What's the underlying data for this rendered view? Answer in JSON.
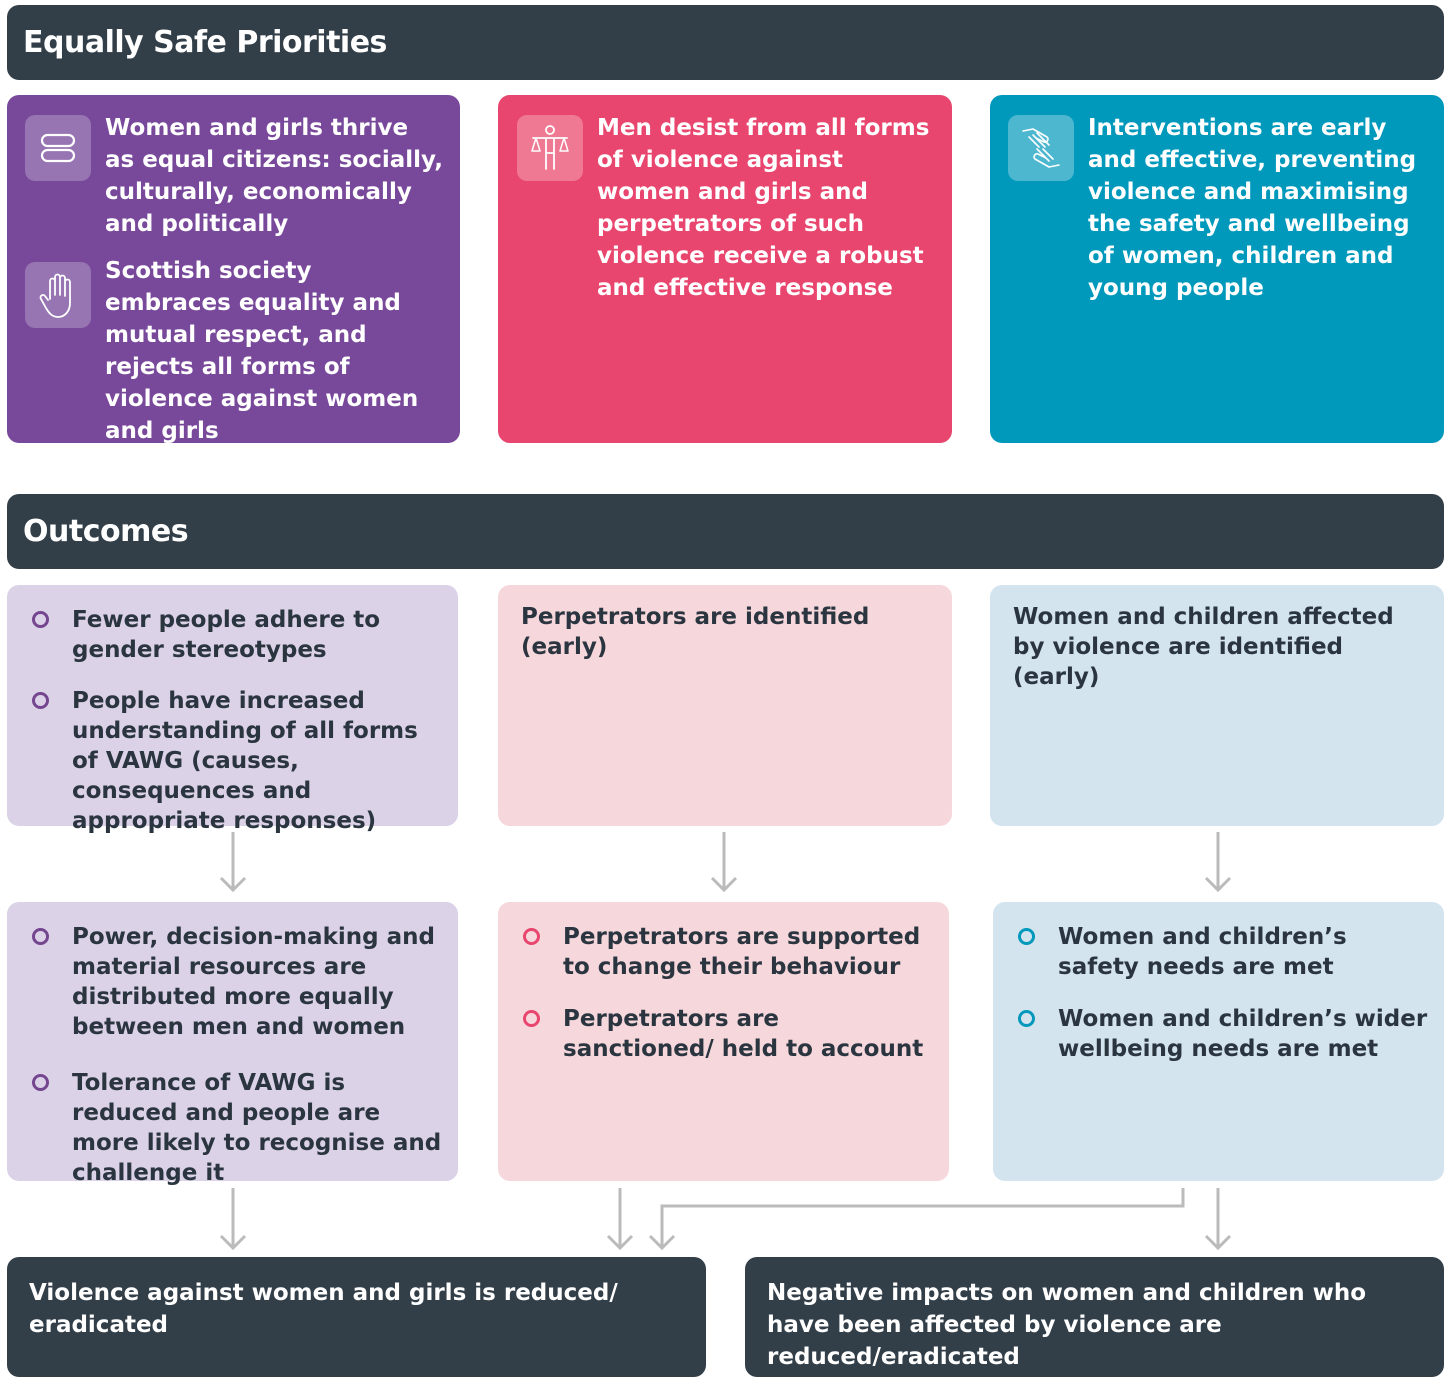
{
  "priorities": {
    "title": "Equally Safe Priorities",
    "items": [
      {
        "text": "Women and girls thrive as equal citizens: socially, culturally, economically and politically",
        "icon": "equals-icon"
      },
      {
        "text": "Scottish society embraces equality and mutual respect, and rejects all forms of violence against women and girls",
        "icon": "hand-icon"
      },
      {
        "text": "Men desist from all forms of violence against women and girls and perpetrators of such violence receive a robust and effective response",
        "icon": "scales-of-justice-icon"
      },
      {
        "text": "Interventions are early and effective, preventing violence and maximising the safety and wellbeing of women, children and young people",
        "icon": "helping-hands-icon"
      }
    ]
  },
  "outcomes": {
    "title": "Outcomes",
    "col1": {
      "top": [
        "Fewer people adhere to gender stereotypes",
        "People have increased understanding of all forms of VAWG (causes, consequences and appropriate responses)"
      ],
      "bottom": [
        "Power, decision-making and material resources are distributed more equally between men and women",
        "Tolerance of VAWG is reduced and people are more likely to recognise and challenge it"
      ]
    },
    "col2": {
      "top": "Perpetrators are identified (early)",
      "bottom": [
        "Perpetrators are supported to change their behaviour",
        "Perpetrators are sanctioned/ held to account"
      ]
    },
    "col3": {
      "top": "Women and children affected by violence are identified (early)",
      "bottom": [
        "Women and children’s safety needs are met",
        "Women and children’s wider wellbeing needs are met"
      ]
    },
    "final": [
      "Violence against women and girls is reduced/ eradicated",
      "Negative impacts on women and children who have been affected by violence are reduced/eradicated"
    ]
  },
  "colors": {
    "header": "#323e48",
    "purple": "#78489a",
    "red": "#e8466e",
    "teal": "#0099bb",
    "light_purple": "#dcd2e8",
    "light_pink": "#f6d8dc",
    "light_blue": "#d4e4ef",
    "arrow": "#bbbbbb"
  }
}
